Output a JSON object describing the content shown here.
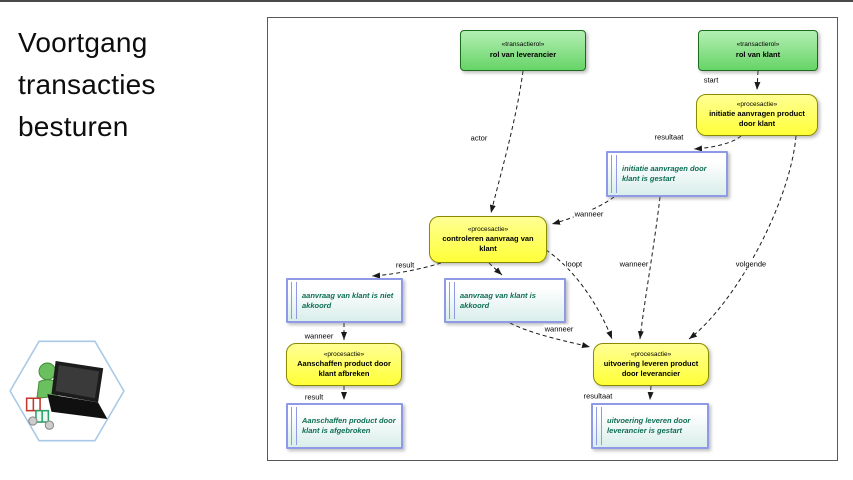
{
  "slide": {
    "title_lines": [
      "Voortgang",
      "transacties",
      "besturen"
    ]
  },
  "diagram": {
    "nodes": {
      "rol_leverancier": {
        "stereotype": "«transactierol»",
        "name": "rol van leverancier"
      },
      "rol_klant": {
        "stereotype": "«transactierol»",
        "name": "rol van klant"
      },
      "initiatie_aanvragen": {
        "stereotype": "«procesactie»",
        "name": "initiatie aanvragen product door klant"
      },
      "controleren": {
        "stereotype": "«procesactie»",
        "name": "controleren aanvraag van klant"
      },
      "aanschaffen_afbreken": {
        "stereotype": "«procesactie»",
        "name": "Aanschaffen product door klant afbreken"
      },
      "uitvoering_leveren": {
        "stereotype": "«procesactie»",
        "name": "uitvoering leveren product door leverancier"
      },
      "state_initiatie_gestart": {
        "name": "initiatie aanvragen door klant is gestart"
      },
      "state_niet_akkoord": {
        "name": "aanvraag van klant is niet akkoord"
      },
      "state_akkoord": {
        "name": "aanvraag van klant is akkoord"
      },
      "state_afgebroken": {
        "name": "Aanschaffen product door klant is afgebroken"
      },
      "state_leveren_gestart": {
        "name": "uitvoering leveren door leverancier is gestart"
      }
    },
    "labels": {
      "actor": "actor",
      "start": "start",
      "resultaat_1": "resultaat",
      "wanneer_1": "wanneer",
      "result_1": "result",
      "loopt": "loopt",
      "wanneer_2": "wanneer",
      "volgende": "volgende",
      "wanneer_3": "wanneer",
      "wanneer_4": "wanneer",
      "result_2": "result",
      "resultaat_2": "resultaat"
    }
  }
}
